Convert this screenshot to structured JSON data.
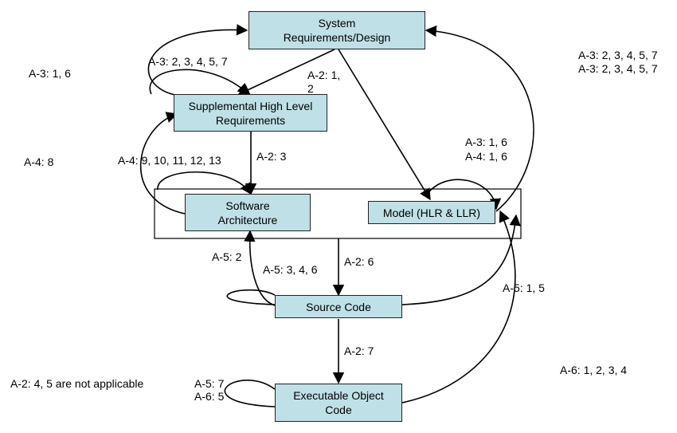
{
  "nodes": {
    "system": "System\nRequirements/Design",
    "supplemental": "Supplemental High Level\nRequirements",
    "software_arch": "Software\nArchitecture",
    "model": "Model (HLR & LLR)",
    "source_code": "Source Code",
    "executable": "Executable Object\nCode"
  },
  "edge_labels": {
    "a3_self_hlr": "A-3: 2, 3, 4, 5, 7",
    "a2_sys_hlr": "A-2: 1,\n2",
    "a2_hlr_arch": "A-2: 3",
    "a4_self_arch": "A-4: 9, 10, 11, 12, 13",
    "a3_model": "A-3: 1, 6",
    "a4_model": "A-4: 1, 6",
    "a5_code_arch": "A-5: 2",
    "a5_self_code": "A-5: 3, 4, 6",
    "a2_arch_code": "A-2: 6",
    "a5_code_model": "A-5: 1, 5",
    "a2_code_exe": "A-2: 7",
    "a5_self_exe": "A-5: 7",
    "a6_self_exe": "A-6: 5",
    "a6_exe_model": "A-6: 1, 2, 3, 4"
  },
  "notes": {
    "a3_left": "A-3: 1, 6",
    "a4_left": "A-4: 8",
    "a2_not_applicable": "A-2: 4, 5 are not applicable",
    "a3_right_1": "A-3: 2, 3, 4, 5, 7",
    "a3_right_2": "A-3: 2, 3, 4, 5, 7"
  },
  "colors": {
    "box_fill": "#bfe0e6",
    "line": "#000000"
  }
}
